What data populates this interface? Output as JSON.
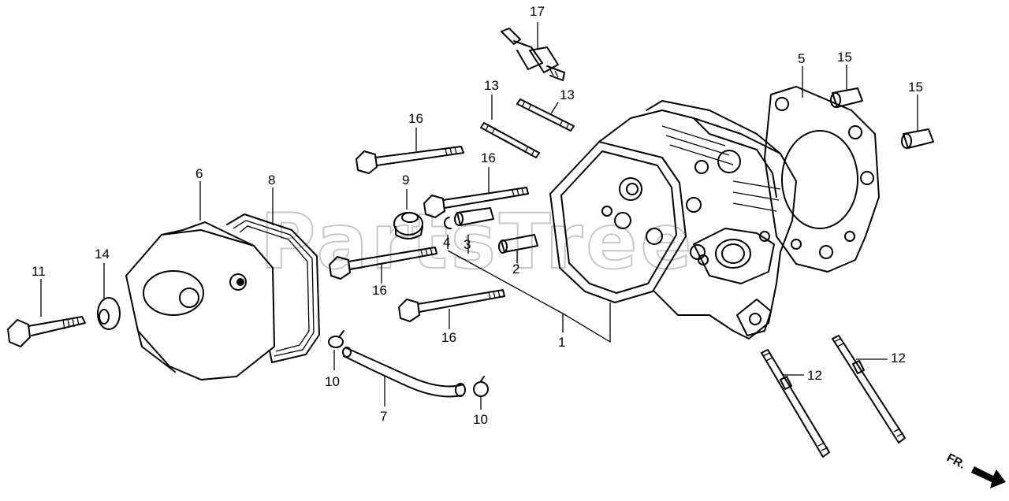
{
  "watermark": "PartsTree",
  "direction_label": "FR.",
  "callouts": {
    "c1": "1",
    "c2": "2",
    "c3": "3",
    "c4": "4",
    "c5": "5",
    "c6": "6",
    "c7": "7",
    "c8": "8",
    "c9": "9",
    "c10a": "10",
    "c10b": "10",
    "c11": "11",
    "c12a": "12",
    "c12b": "12",
    "c13a": "13",
    "c13b": "13",
    "c14": "14",
    "c15a": "15",
    "c15b": "15",
    "c16a": "16",
    "c16b": "16",
    "c16c": "16",
    "c16d": "16",
    "c17": "17"
  }
}
